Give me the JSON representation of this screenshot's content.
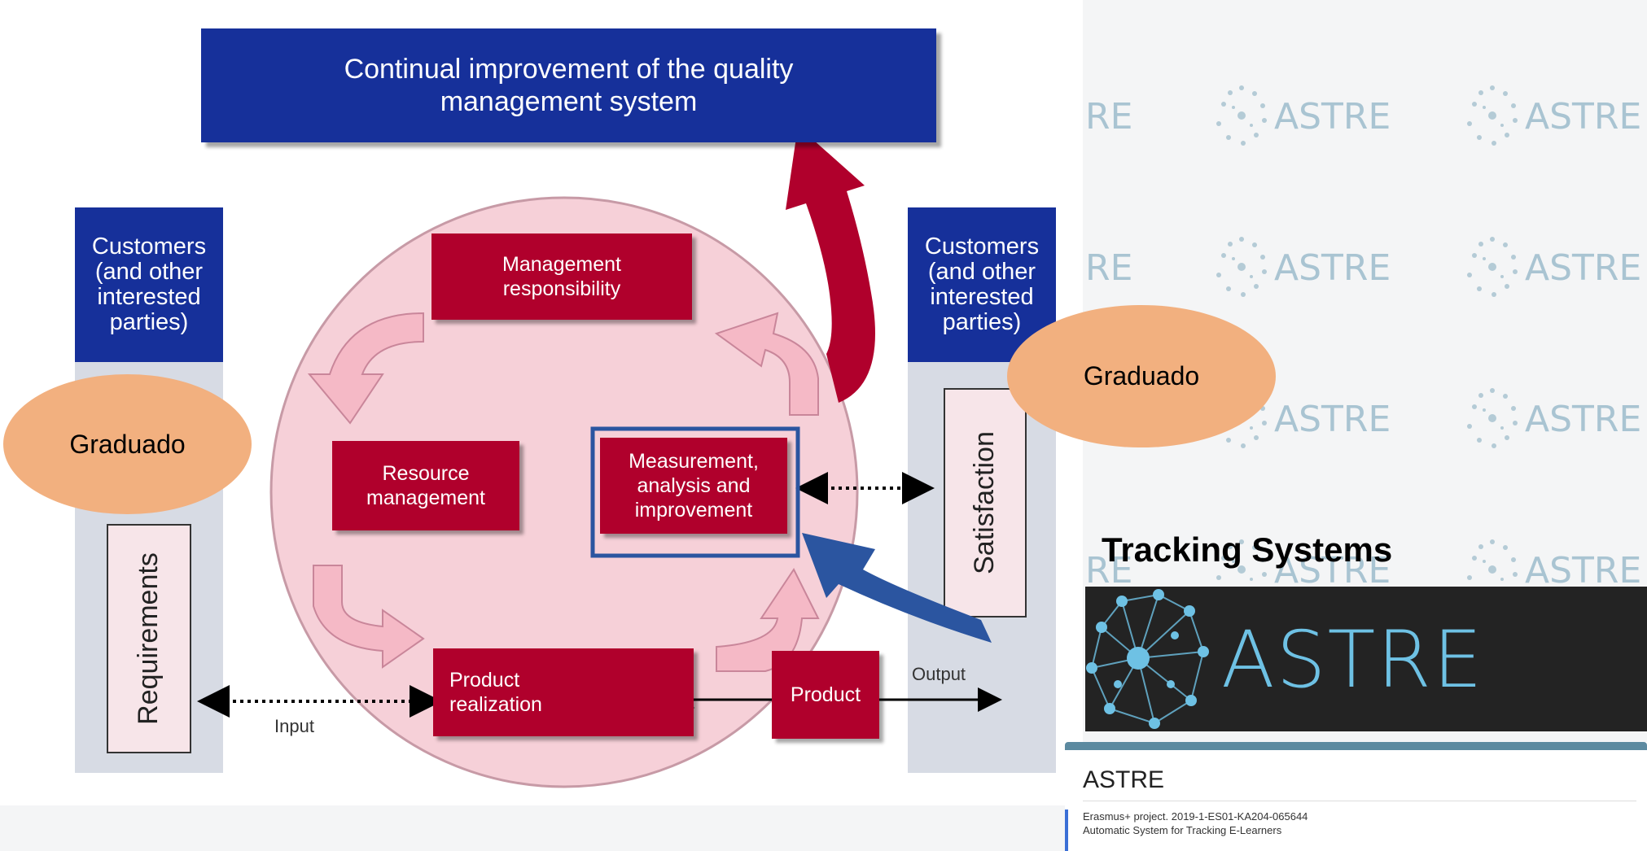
{
  "diagram": {
    "header": "Continual improvement of the quality management system",
    "customers_left": "Customers (and other interested parties)",
    "customers_right": "Customers (and other interested parties)",
    "requirements": "Requirements",
    "satisfaction": "Satisfaction",
    "management_responsibility": "Management responsibility",
    "resource_management": "Resource management",
    "measurement": "Measurement, analysis and improvement",
    "product_realization": "Product realization",
    "product": "Product",
    "input_label": "Input",
    "output_label": "Output"
  },
  "overlays": {
    "graduado_left": "Graduado",
    "graduado_right": "Graduado"
  },
  "tracking": {
    "title": "Tracking Systems",
    "banner_text": "ASTRE",
    "card_title": "ASTRE",
    "card_line1": "Erasmus+ project. 2019-1-ES01-KA204-065644",
    "card_line2": "Automatic System for Tracking E-Learners"
  },
  "watermark": {
    "text": "ASTRE"
  },
  "colors": {
    "blue": "#16309a",
    "red": "#b0002c",
    "circle": "#f6d0d8",
    "highlight": "#2b55a0",
    "graduado": "#f2b07f",
    "astre": "#6ec1e4"
  }
}
